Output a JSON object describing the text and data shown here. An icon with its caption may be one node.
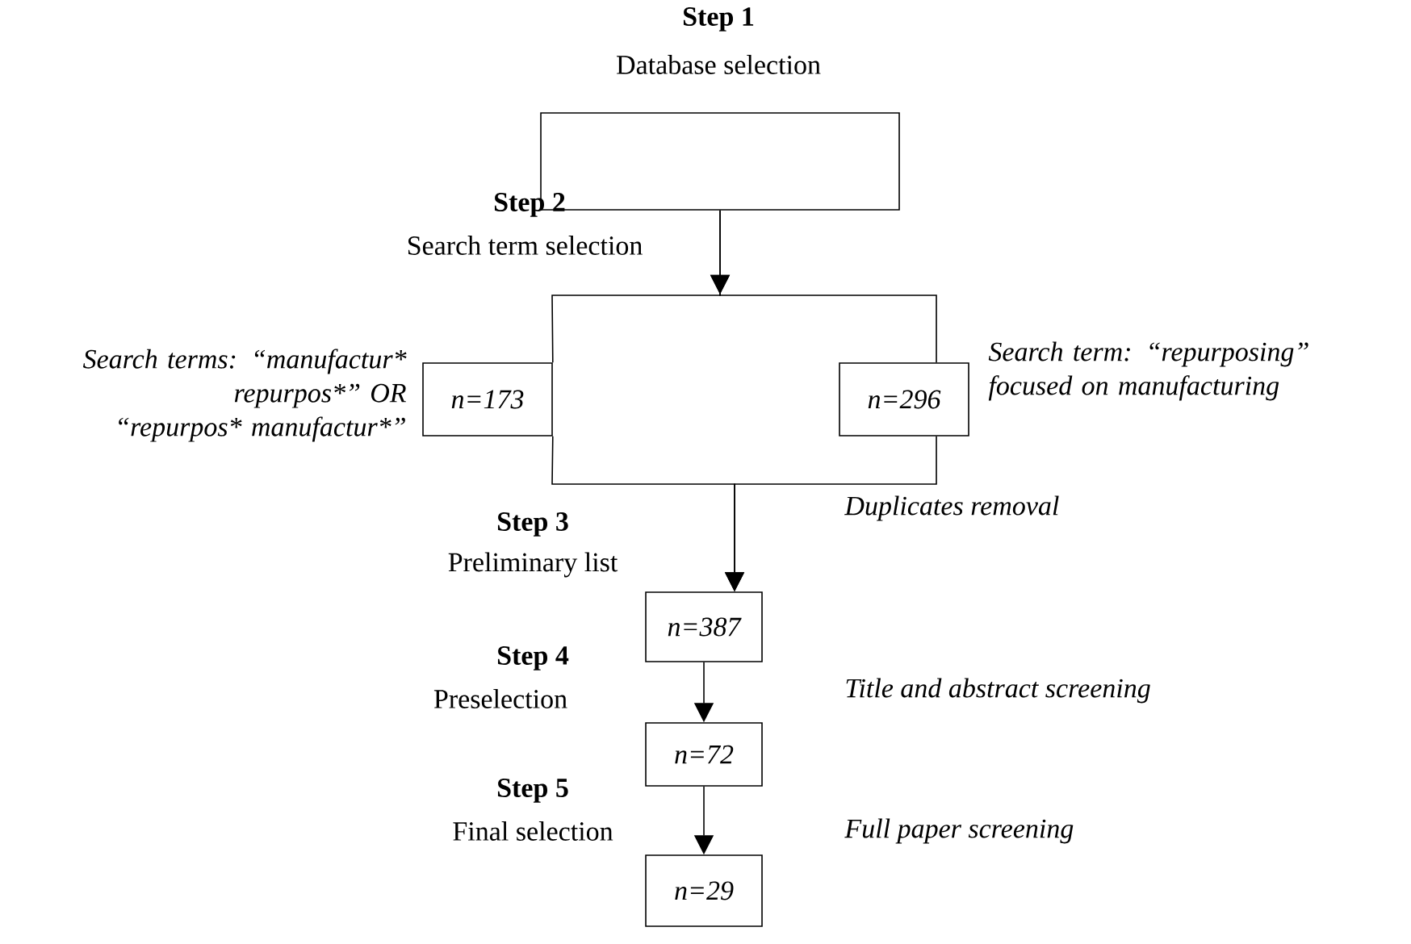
{
  "diagram": {
    "nodes": [
      {
        "text": [],
        "shape": "box"
      },
      {
        "text": [
          "n=173"
        ],
        "beside": [
          "Search terms: “manufactur* repurpos*” OR “repurpos* manufactur*”"
        ]
      },
      {
        "text": [
          "n=296"
        ],
        "beside": [
          "Search term: “repurposing” focused on manufacturing"
        ]
      },
      {
        "text": [
          "n=387"
        ]
      },
      {
        "text": [
          "n=72"
        ]
      },
      {
        "text": [
          "n=29"
        ]
      }
    ],
    "edges": [
      {
        "from": 0,
        "to": 1,
        "arrow": "to"
      },
      {
        "from": 0,
        "to": 2,
        "arrow": "to"
      },
      {
        "from": 1,
        "to": 3,
        "arrow": "to"
      },
      {
        "from": 2,
        "to": 3,
        "arrow": "to"
      },
      {
        "from": 3,
        "to": 4,
        "arrow": "to"
      },
      {
        "from": 4,
        "to": 5,
        "arrow": "to"
      }
    ],
    "labels": [
      "Step 1",
      "Database selection",
      "Step 2",
      "Search term selection",
      "Step 3",
      "Duplicates removal",
      "Preliminary list",
      "Step 4",
      "Title and abstract screening",
      "Preselection",
      "Step 5",
      "Full paper screening",
      "Final selection"
    ]
  }
}
